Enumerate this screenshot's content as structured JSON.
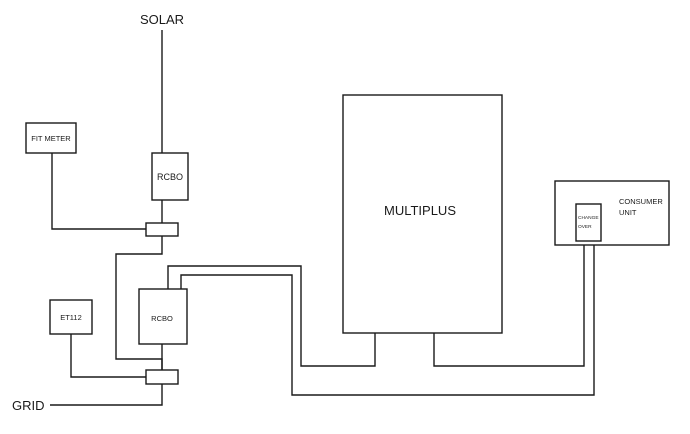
{
  "labels": {
    "solar": "SOLAR",
    "grid": "GRID",
    "fit_meter": "FIT METER",
    "rcbo_top": "RCBO",
    "rcbo_bottom": "RCBO",
    "et112": "ET112",
    "multiplus": "MULTIPLUS",
    "consumer_unit_line1": "CONSUMER",
    "consumer_unit_line2": "UNIT",
    "change_over_line1": "CHANGE",
    "change_over_line2": "OVER"
  }
}
